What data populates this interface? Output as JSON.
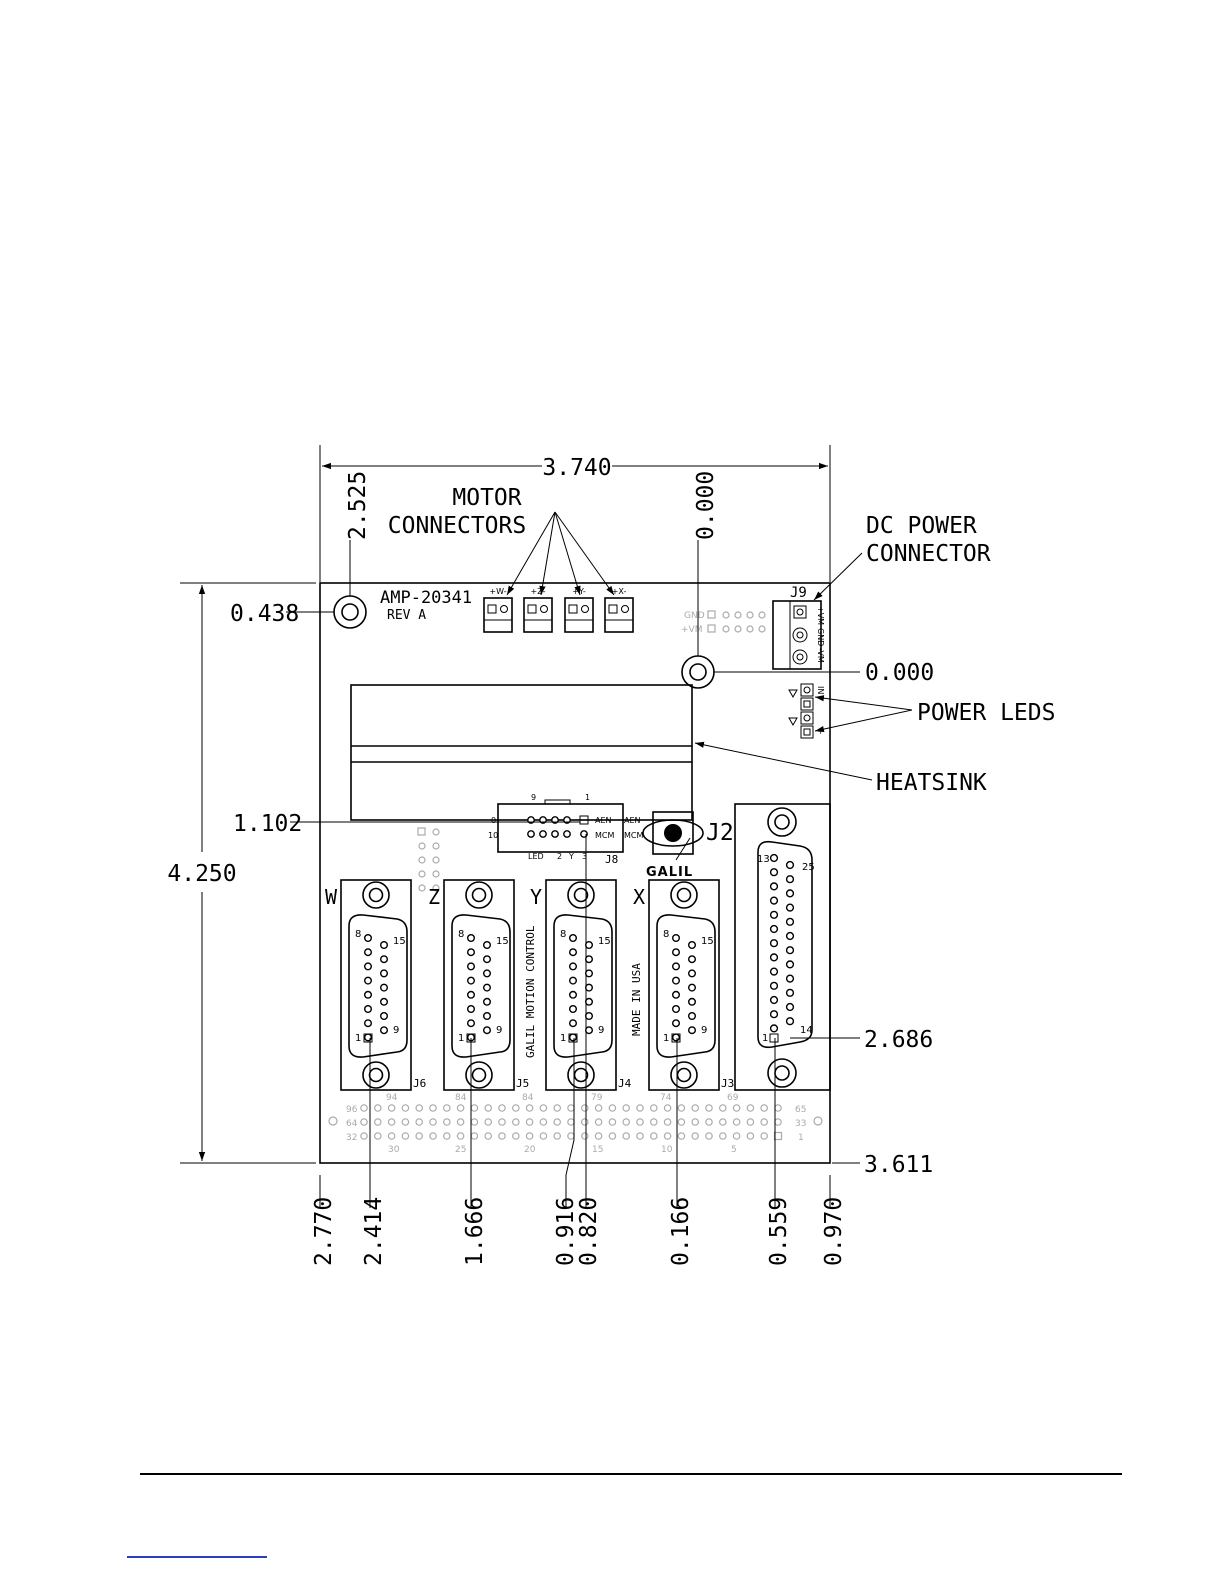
{
  "overall_width": "3.740",
  "overall_height": "4.250",
  "callouts": {
    "motor_connectors": [
      "MOTOR",
      "CONNECTORS"
    ],
    "dc_power_connector": [
      "DC POWER",
      "CONNECTOR"
    ],
    "power_leds": "POWER LEDS",
    "heatsink": "HEATSINK"
  },
  "board": {
    "part_number": "AMP-20341",
    "revision": "REV A",
    "brand": "GALIL",
    "vertical_text_1": "GALIL MOTION CONTROL",
    "vertical_text_2": "MADE IN USA"
  },
  "motor_terminals": [
    "+W-",
    "+Z-",
    "+Y-",
    "+X-"
  ],
  "dims_left": {
    "hole": "0.438",
    "jumper": "1.102"
  },
  "dims_right": {
    "origin": "0.000",
    "connector_pin": "2.686",
    "bottom": "3.611"
  },
  "dims_top": {
    "hole_x": "2.525",
    "origin_x": "0.000"
  },
  "dims_bottom": [
    "2.770",
    "2.414",
    "1.666",
    "0.916",
    "0.820",
    "0.166",
    "0.559",
    "0.970"
  ],
  "connectors": {
    "axis_labels": [
      "W",
      "Z",
      "Y",
      "X"
    ],
    "refs": [
      "J6",
      "J5",
      "J4",
      "J3"
    ],
    "pin_labels_15": [
      "8",
      "15",
      "1",
      "9"
    ],
    "pin_labels_25": [
      "13",
      "25",
      "1",
      "14"
    ],
    "j2": "J2",
    "j8": "J8",
    "j9": "J9"
  },
  "jumper_labels": [
    "9",
    "1",
    "0",
    "10",
    "AEN",
    "MCM",
    "LED",
    "2",
    "Y",
    "3"
  ],
  "power_terminal_labels": [
    "+VM",
    "GND",
    "-VM"
  ],
  "led_labels": [
    "IN",
    "+"
  ],
  "side_labels": [
    "AEN",
    "MCM"
  ],
  "header_labels": {
    "row_left": [
      "96",
      "64",
      "32"
    ],
    "row_right": [
      "65",
      "33",
      "1"
    ],
    "top_nums": [
      "94",
      "84",
      "84",
      "79",
      "74",
      "69"
    ],
    "bottom_nums": [
      "30",
      "25",
      "20",
      "15",
      "10",
      "5"
    ]
  },
  "gnd_labels": [
    "GND",
    "+VM"
  ]
}
